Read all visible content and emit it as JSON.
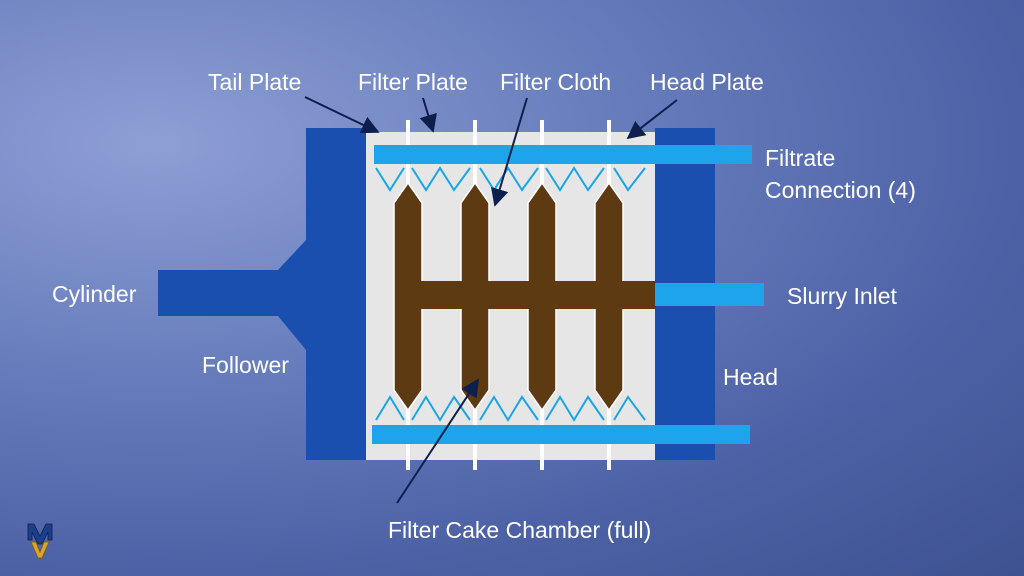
{
  "labels": {
    "tail_plate": "Tail Plate",
    "filter_plate": "Filter Plate",
    "filter_cloth": "Filter Cloth",
    "head_plate": "Head Plate",
    "filtrate_line1": "Filtrate",
    "filtrate_line2": "Connection (4)",
    "slurry_inlet": "Slurry Inlet",
    "cylinder": "Cylinder",
    "follower": "Follower",
    "head": "Head",
    "filter_cake": "Filter Cake Chamber (full)"
  },
  "colors": {
    "structure": "#1a4fb0",
    "pipe": "#1ea4ea",
    "cake": "#5e3a12",
    "plate_bg": "#e6e6e6",
    "cloth": "#19a6e8",
    "divider": "#ffffff",
    "label": "#ffffff",
    "arrow": "#0d1f4d"
  },
  "logo": {
    "icon": "company-logo-icon"
  }
}
